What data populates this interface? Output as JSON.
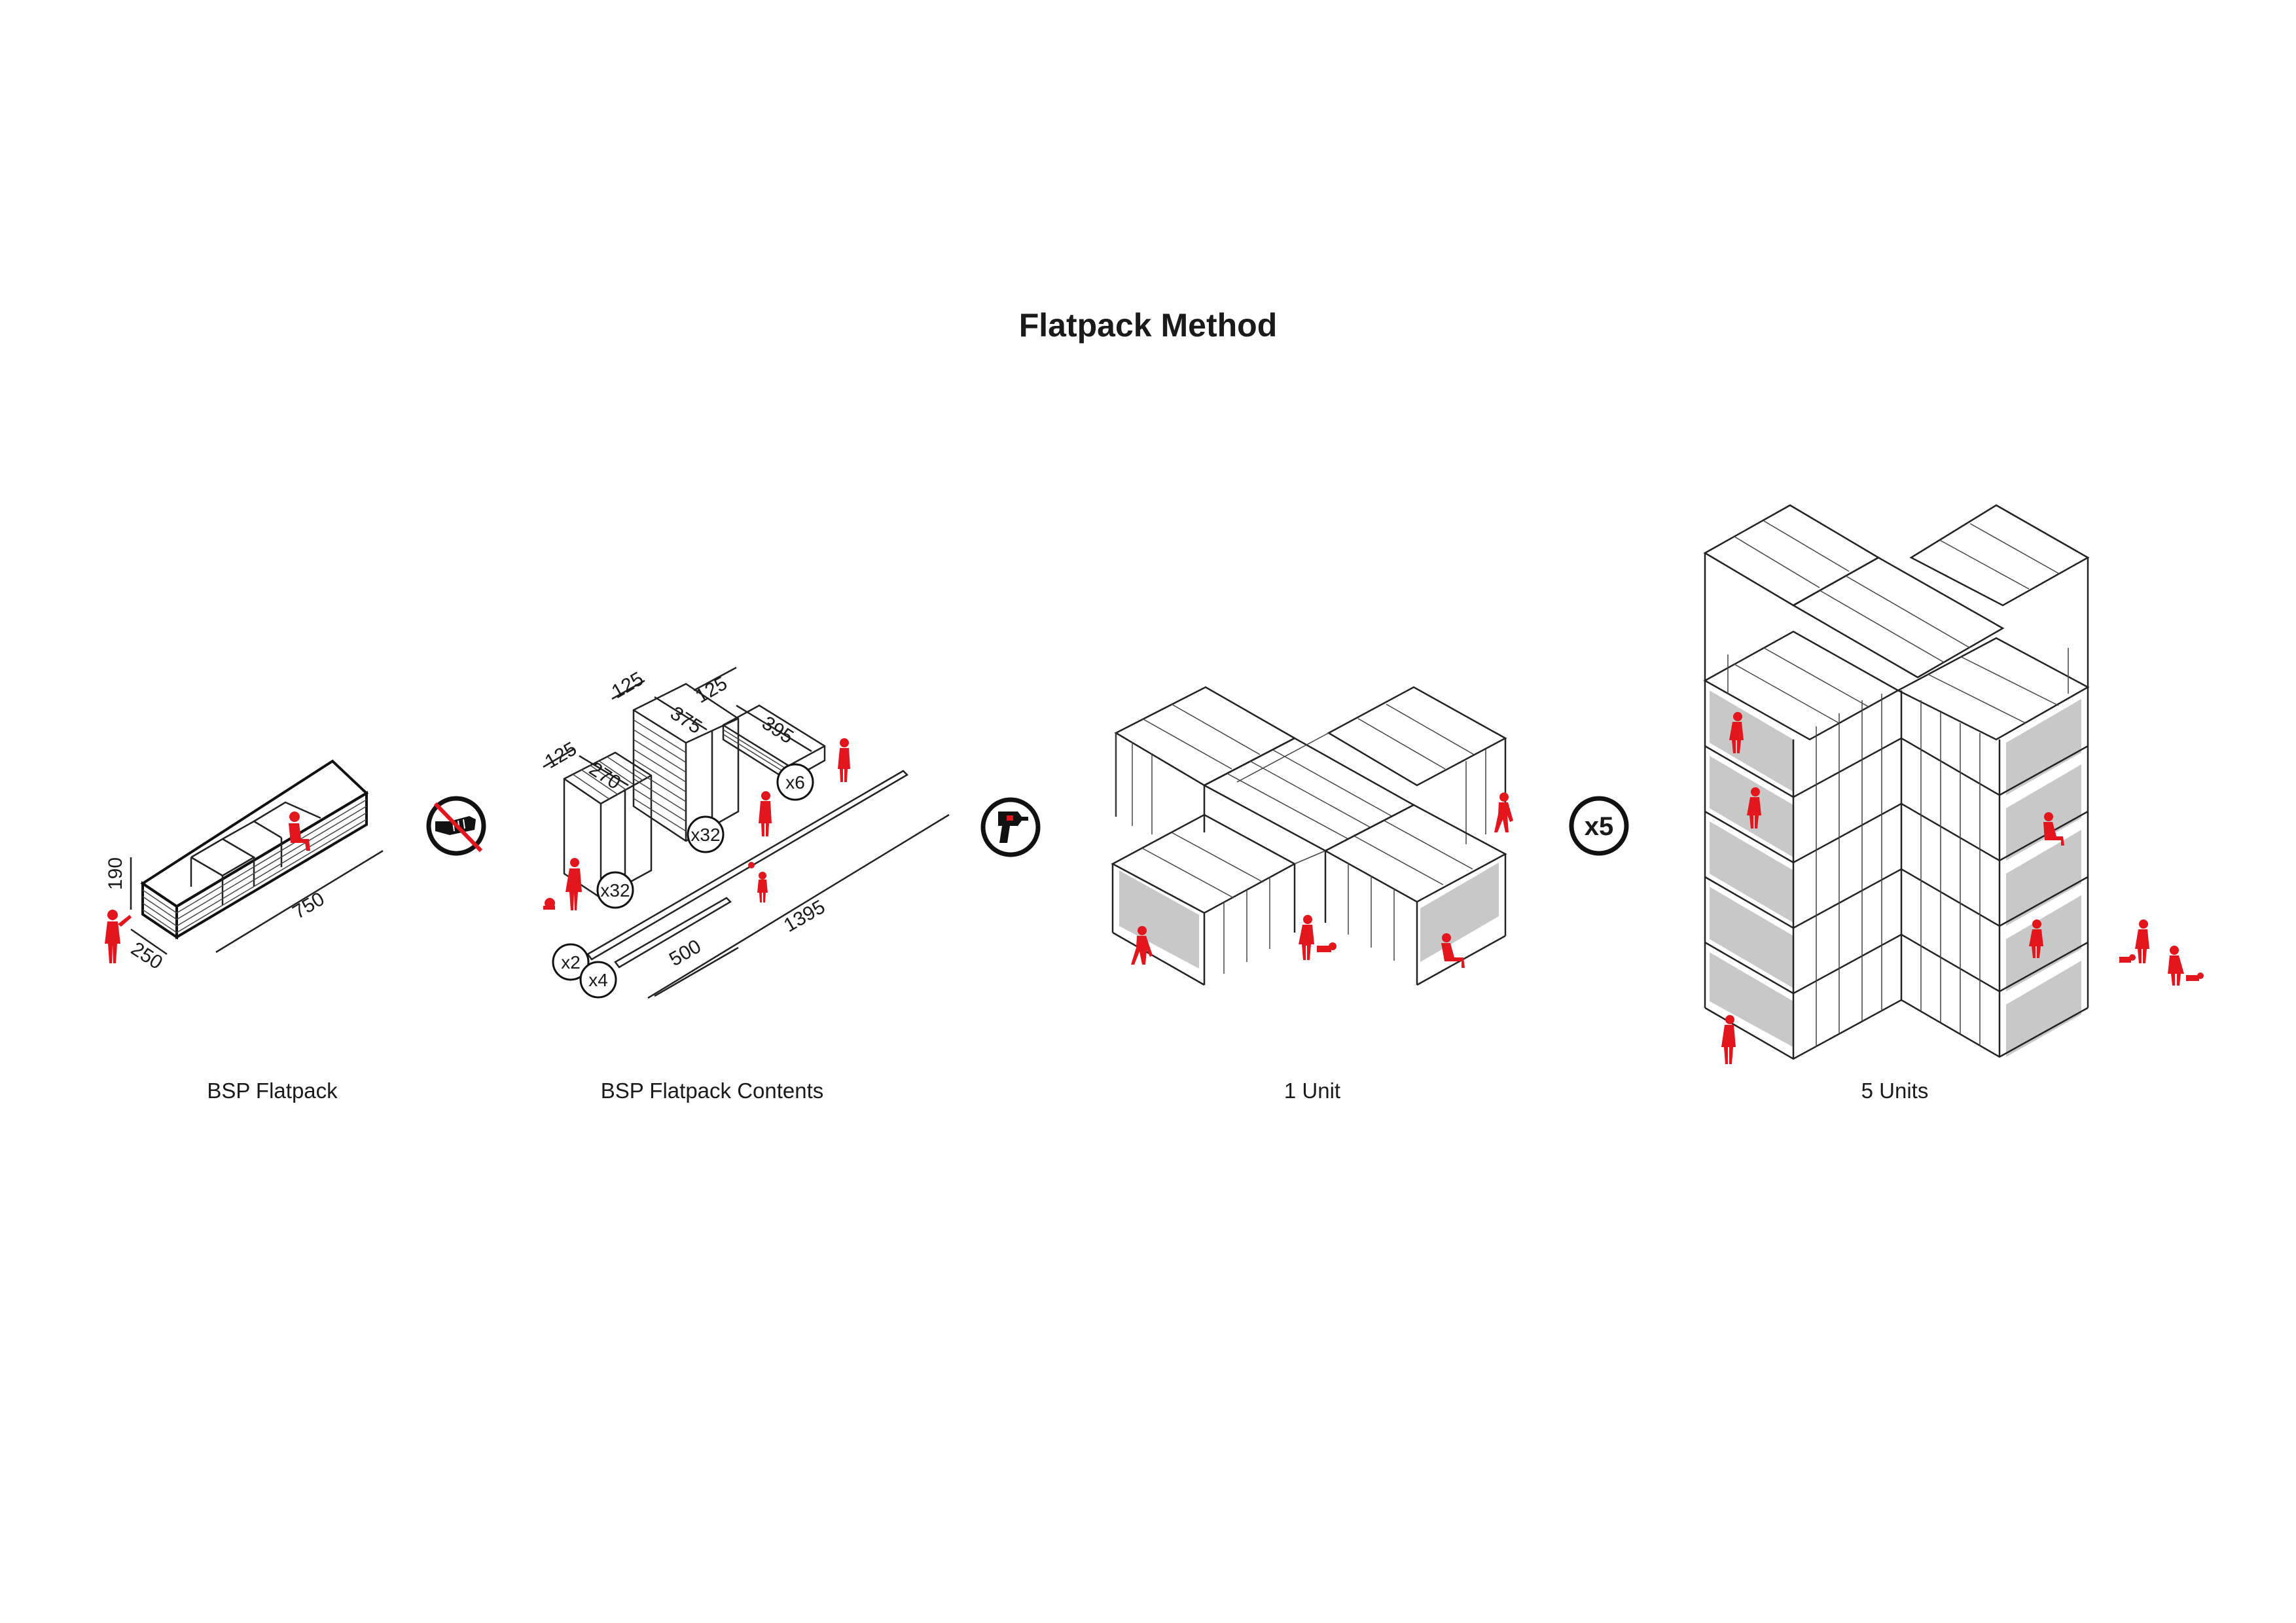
{
  "title": "Flatpack Method",
  "captions": {
    "flatpack": "BSP Flatpack",
    "contents": "BSP Flatpack Contents",
    "one_unit": "1 Unit",
    "five_units": "5 Units"
  },
  "flatpack_dims": {
    "height": "190",
    "depth": "250",
    "length": "750"
  },
  "contents_dims": {
    "stack1_top": "125",
    "stack1_len": "270",
    "stack2_top": "125",
    "stack2_len": "375",
    "stack3_top": "125",
    "stack3_len": "395",
    "short_rod": "500",
    "long_rod": "1395"
  },
  "counts": {
    "stack1": "x32",
    "stack2": "x32",
    "stack3": "x6",
    "rods_a": "x2",
    "rods_b": "x4",
    "multiply": "x5"
  },
  "icons": [
    "no-saw-icon",
    "drill-icon"
  ],
  "colors": {
    "figure": "#e3151d",
    "line": "#222222",
    "shade": "#c8c8c8"
  }
}
